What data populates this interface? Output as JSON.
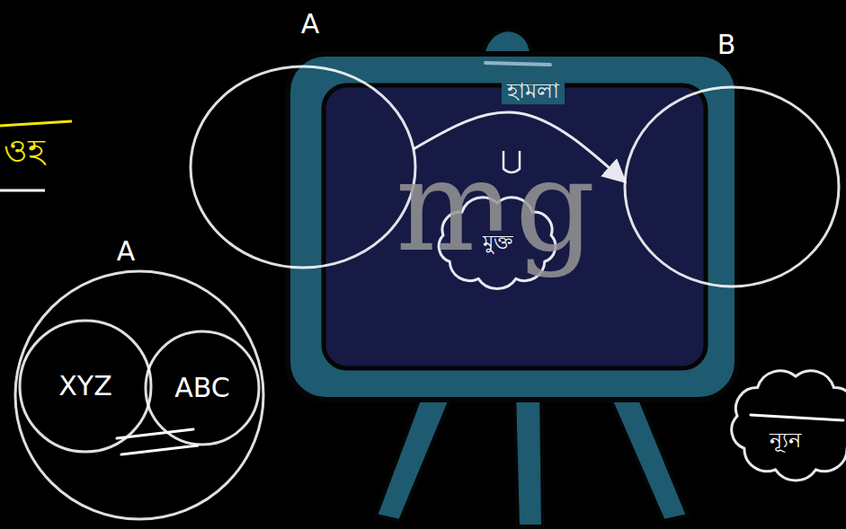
{
  "diagram": {
    "nodes": [
      {
        "text": [
          "A"
        ]
      },
      {
        "text": [
          "B"
        ]
      },
      {
        "text": [
          "মুক্ত"
        ]
      },
      {
        "text": [
          "A"
        ]
      },
      {
        "text": [
          "XYZ"
        ],
        "in": 3
      },
      {
        "text": [
          "ABC"
        ],
        "in": 3
      },
      {
        "text": [
          "ন্যূন"
        ]
      }
    ],
    "edges": [
      {
        "from": 0,
        "to": 1,
        "arrow": "to",
        "label": "হামলা"
      }
    ],
    "labels": [
      "ওহ",
      "mg"
    ]
  }
}
